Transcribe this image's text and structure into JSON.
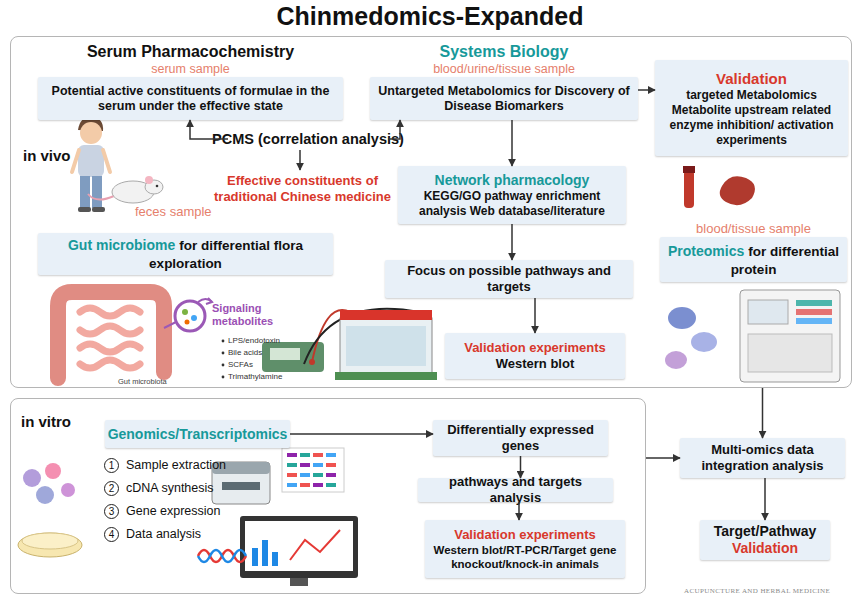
{
  "diagram": {
    "title": "Chinmedomics-Expanded",
    "nodes": [
      {
        "text": [
          "in vivo"
        ]
      },
      {
        "text": [
          "Serum Pharmacochemistry",
          "serum sample",
          "Potential active constituents of formulae in the serum under the effective state"
        ],
        "in": 0
      },
      {
        "text": [
          "Systems Biology",
          "blood/urine/tissue sample",
          "Untargeted Metabolomics for Discovery of Disease Biomarkers"
        ],
        "in": 0
      },
      {
        "text": [
          "Validation",
          "targeted Metabolomics Metabolite upstream related enzyme inhibition/ activation experiments"
        ],
        "in": 0
      },
      {
        "text": [
          "PCMS (correlation analysis)"
        ],
        "in": 0
      },
      {
        "text": [
          "Effective constituents of traditional Chinese medicine"
        ],
        "in": 0
      },
      {
        "text": [
          "Network pharmacology",
          "KEGG/GO pathway enrichment analysis Web database/literature"
        ],
        "in": 0
      },
      {
        "text": [
          "Gut microbiome",
          "for differential flora exploration"
        ],
        "in": 0
      },
      {
        "text": [
          "blood/tissue sample",
          "Proteomics",
          "for differential protein"
        ],
        "in": 0
      },
      {
        "text": [
          "Focus on possible pathways and targets"
        ],
        "in": 0
      },
      {
        "text": [
          "Validation experiments",
          "Western blot"
        ],
        "in": 0
      },
      {
        "text": [
          "in vitro"
        ]
      },
      {
        "text": [
          "Genomics/Transcriptomics"
        ],
        "in": 11
      },
      {
        "text": [
          "Differentially expressed genes"
        ],
        "in": 11
      },
      {
        "text": [
          "pathways and targets analysis"
        ],
        "in": 11
      },
      {
        "text": [
          "Validation experiments",
          "Western blot/RT-PCR/Target gene knockout/knock-in animals"
        ],
        "in": 11
      },
      {
        "text": [
          "Multi-omics data integration analysis"
        ]
      },
      {
        "text": [
          "Target/Pathway",
          "Validation"
        ]
      }
    ],
    "edges": [
      {
        "from": 4,
        "to": 1,
        "arrow": "to"
      },
      {
        "from": 4,
        "to": 2,
        "arrow": "to"
      },
      {
        "from": 4,
        "to": 5,
        "arrow": "to"
      },
      {
        "from": 2,
        "to": 6,
        "arrow": "to"
      },
      {
        "from": 2,
        "to": 3,
        "arrow": "to"
      },
      {
        "from": 6,
        "to": 9,
        "arrow": "to"
      },
      {
        "from": 9,
        "to": 10,
        "arrow": "to"
      },
      {
        "from": 12,
        "to": 13,
        "arrow": "to"
      },
      {
        "from": 13,
        "to": 14,
        "arrow": "to"
      },
      {
        "from": 14,
        "to": 15,
        "arrow": "to"
      },
      {
        "from": 0,
        "to": 16,
        "arrow": "to"
      },
      {
        "from": 11,
        "to": 16,
        "arrow": "to"
      },
      {
        "from": 16,
        "to": 17,
        "arrow": "to"
      }
    ],
    "labels": [
      "feces sample",
      "Signaling metabolites",
      "LPS/endotoxin",
      "Bile acids",
      "SCFAs",
      "Trimathylamine",
      "Gut microbiota",
      "1",
      "Sample extraction",
      "2",
      "cDNA synthesis",
      "3",
      "Gene expression",
      "4",
      "Data analysis",
      "ACUPUNCTURE AND HERBAL MEDICINE"
    ]
  }
}
